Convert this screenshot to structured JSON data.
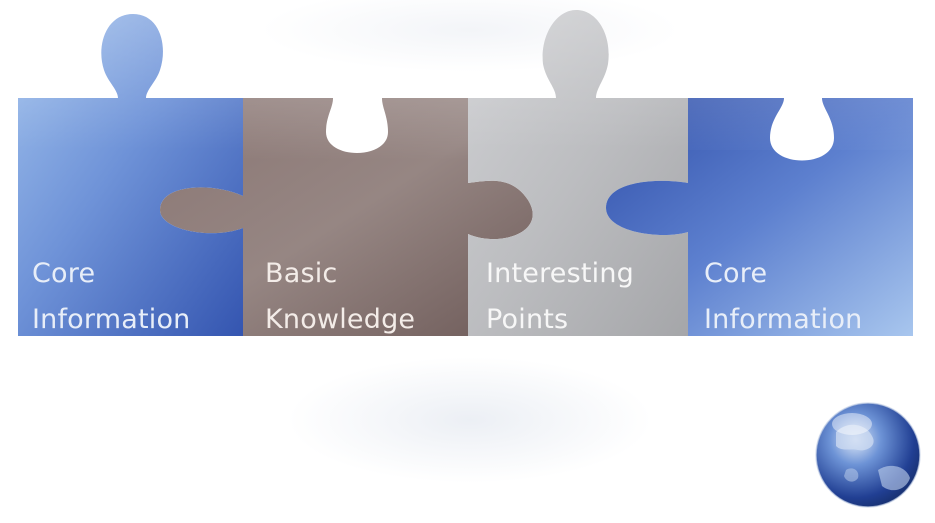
{
  "pieces": [
    {
      "line1": "Core",
      "line2": "Information",
      "text_color": "#e8eef8"
    },
    {
      "line1": "Basic",
      "line2": "Knowledge",
      "text_color": "#f3ece8"
    },
    {
      "line1": "Interesting",
      "line2": "Points",
      "text_color": "#f7f7f7"
    },
    {
      "line1": "Core",
      "line2": "Information",
      "text_color": "#e8eef8"
    }
  ],
  "colors": {
    "blue_dark": "#3a58b0",
    "blue_light": "#a9c4ea",
    "brown_dark": "#7a6764",
    "brown_light": "#a39490",
    "silver_dark": "#9a9b9e",
    "silver_light": "#e2e3e6",
    "globe_ocean": "#2a4fa8"
  }
}
